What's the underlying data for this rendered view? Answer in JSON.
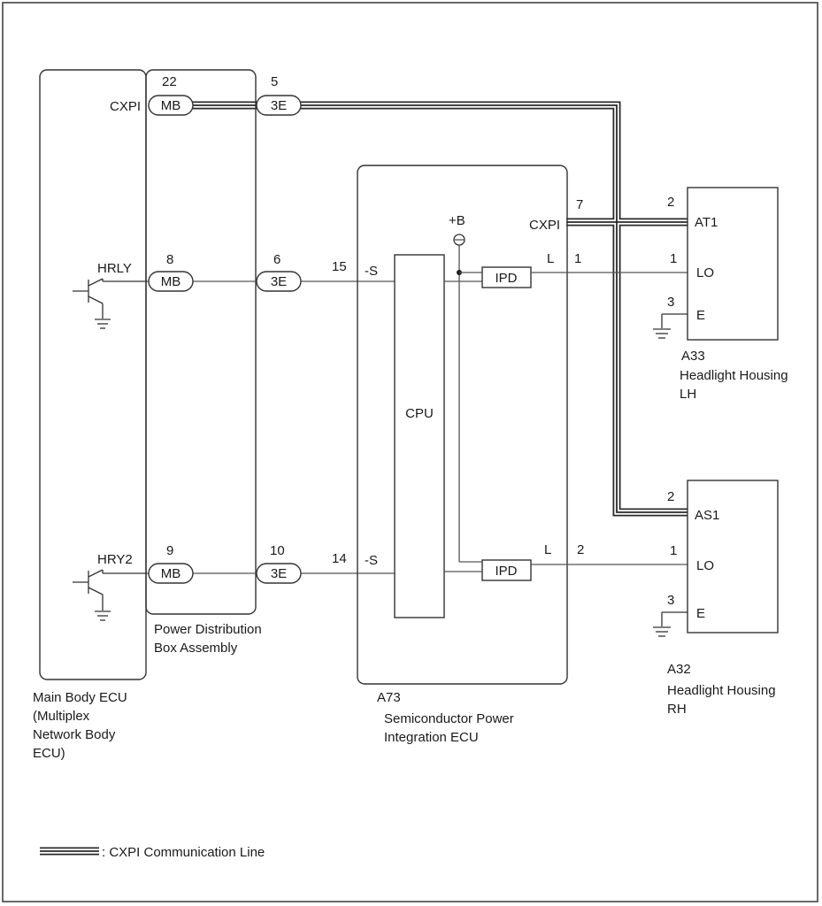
{
  "main_ecu": {
    "name_lines": [
      "Main Body ECU",
      "(Multiplex",
      "Network Body",
      "ECU)"
    ],
    "cxpi_label": "CXPI",
    "hrly_label": "HRLY",
    "hry2_label": "HRY2"
  },
  "pdb": {
    "name_lines": [
      "Power Distribution",
      "Box Assembly"
    ]
  },
  "connectors": {
    "mb": "MB",
    "e3": "3E",
    "pins": {
      "mb_cxpi": "22",
      "e3_cxpi": "5",
      "mb_hrly": "8",
      "e3_hrly": "6",
      "mb_hry2": "9",
      "e3_hry2": "10"
    }
  },
  "ecu_a73": {
    "code": "A73",
    "name_lines": [
      "Semiconductor Power",
      "Integration ECU"
    ],
    "cpu_label": "CPU",
    "plus_b": "+B",
    "cxpi_label": "CXPI",
    "cxpi_pin": "7",
    "s_label": "-S",
    "pin_s_upper": "15",
    "pin_s_lower": "14",
    "ipd_label": "IPD",
    "l_label": "L",
    "out_pin_upper": "1",
    "out_pin_lower": "2"
  },
  "housing_lh": {
    "code": "A33",
    "name_lines": [
      "Headlight Housing",
      "LH"
    ],
    "at_label": "AT1",
    "lo_label": "LO",
    "e_label": "E",
    "pin_at": "2",
    "pin_lo": "1",
    "pin_e": "3"
  },
  "housing_rh": {
    "code": "A32",
    "name_lines": [
      "Headlight Housing",
      "RH"
    ],
    "as_label": "AS1",
    "lo_label": "LO",
    "e_label": "E",
    "pin_as": "2",
    "pin_lo": "1",
    "pin_e": "3"
  },
  "legend": {
    "text": ": CXPI Communication Line"
  }
}
